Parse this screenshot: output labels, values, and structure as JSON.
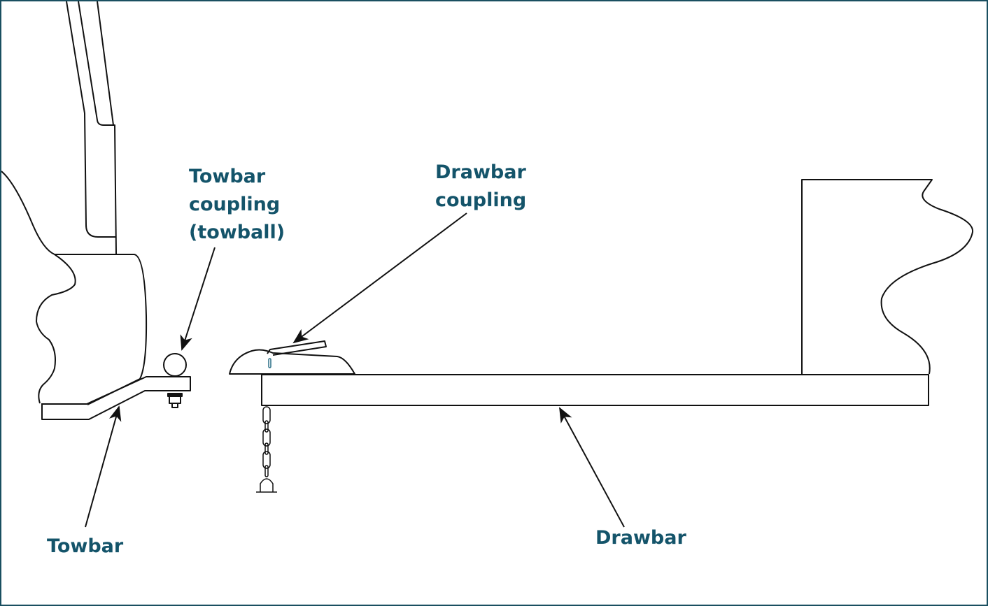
{
  "colors": {
    "label": "#14546a",
    "line": "#111111",
    "border": "#1a4f60",
    "pin": "#2a6f86"
  },
  "labels": {
    "towball": [
      "Towbar",
      "coupling",
      "(towball)"
    ],
    "drawbar_coupling": [
      "Drawbar",
      "coupling"
    ],
    "towbar": "Towbar",
    "drawbar": "Drawbar"
  }
}
